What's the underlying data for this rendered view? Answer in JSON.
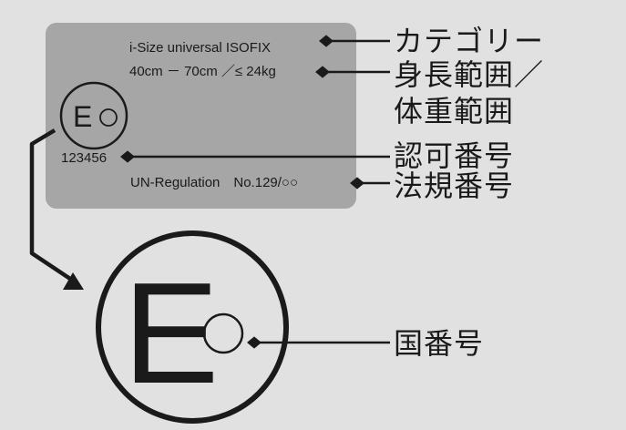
{
  "plate": {
    "category_line": "i-Size universal ISOFIX",
    "size_line": "40cm － 70cm ／≤ 24kg",
    "approval_number": "123456",
    "regulation_line": "UN-Regulation　No.129/○○",
    "mark_letter": "E"
  },
  "callouts": {
    "category": "カテゴリー",
    "height_range": "身長範囲／",
    "weight_range": "体重範囲",
    "approval_number": "認可番号",
    "regulation_number": "法規番号",
    "country_number": "国番号"
  },
  "enlarged_mark": {
    "letter": "E"
  },
  "colors": {
    "background": "#e1e1e1",
    "plate": "#a6a6a6",
    "ink": "#1a1a1a"
  }
}
